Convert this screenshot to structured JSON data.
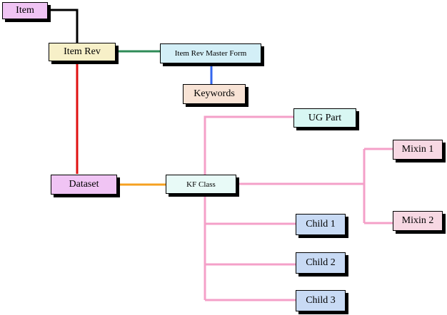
{
  "diagram": {
    "nodes": {
      "item": {
        "label": "Item",
        "color": "#F0C4F4"
      },
      "item_rev": {
        "label": "Item Rev",
        "color": "#F7F0C8"
      },
      "master_form": {
        "label": "Item Rev Master Form",
        "color": "#D3EFF7"
      },
      "keywords": {
        "label": "Keywords",
        "color": "#F8E3D5"
      },
      "ug_part": {
        "label": "UG Part",
        "color": "#D8F7F3"
      },
      "mixin_1": {
        "label": "Mixin 1",
        "color": "#F7D8E3"
      },
      "dataset": {
        "label": "Dataset",
        "color": "#F0C4F4"
      },
      "kf_class": {
        "label": "KF Class",
        "color": "#E8FAF7"
      },
      "mixin_2": {
        "label": "Mixin 2",
        "color": "#F7D8E3"
      },
      "child_1": {
        "label": "Child 1",
        "color": "#C8DAF4"
      },
      "child_2": {
        "label": "Child 2",
        "color": "#C8DAF4"
      },
      "child_3": {
        "label": "Child 3",
        "color": "#C8DAF4"
      }
    },
    "connectors": {
      "item_to_item_rev": "#000000",
      "item_rev_to_master_form": "#2E8B57",
      "master_form_to_keywords": "#3366EE",
      "item_rev_to_dataset": "#E01010",
      "dataset_to_kf_class": "#F5A020",
      "kf_class_tree": "#F4A0C8"
    }
  }
}
